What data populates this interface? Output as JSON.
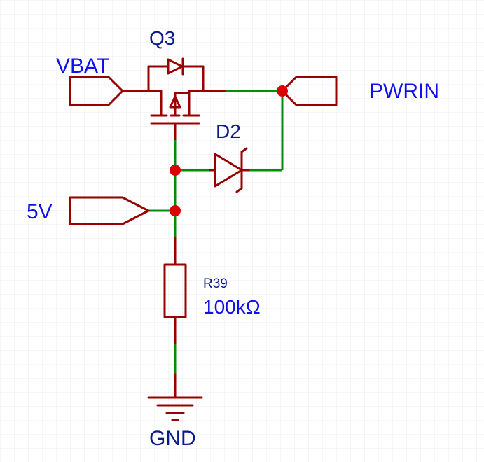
{
  "nets": {
    "vbat": "VBAT",
    "pwrin": "PWRIN",
    "five_v": "5V",
    "gnd": "GND"
  },
  "components": {
    "mosfet": {
      "designator": "Q3"
    },
    "diode": {
      "designator": "D2"
    },
    "resistor": {
      "designator": "R39",
      "value": "100kΩ"
    }
  },
  "colors": {
    "component": "#990000",
    "wire": "#0a8a0a",
    "junction": "#dd0000",
    "net_label": "#1010ee",
    "designator": "#0a1a8a",
    "grid": "#ececec"
  }
}
